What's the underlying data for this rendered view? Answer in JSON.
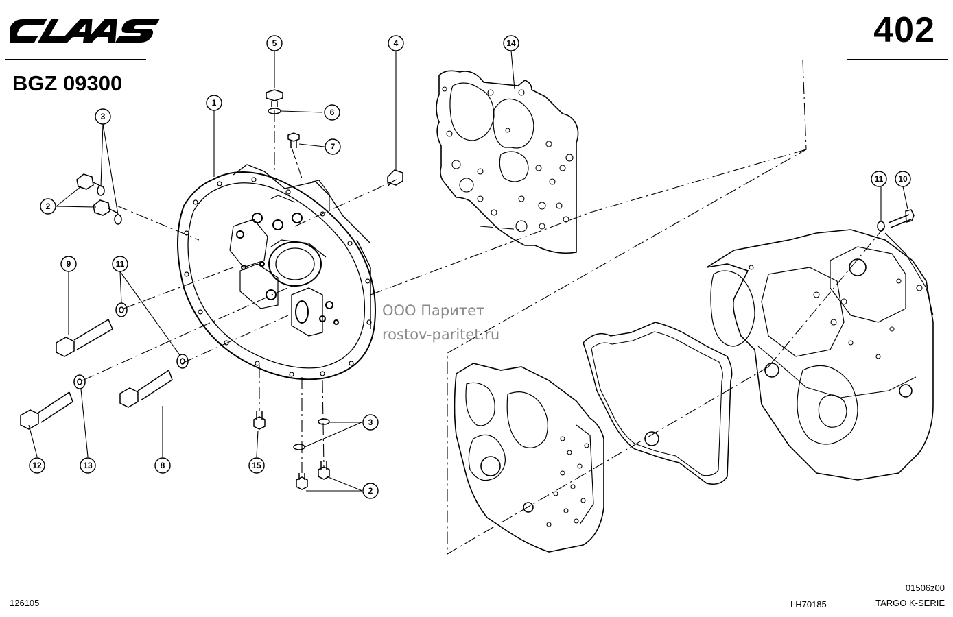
{
  "header": {
    "brand": "CLAAS",
    "page_number": "402",
    "group_code": "BGZ 09300"
  },
  "watermark": {
    "line1": "ООО Паритет",
    "line2": "rostov-paritet.ru"
  },
  "footer": {
    "left_code": "126105",
    "drawing_code": "01506z00",
    "doc_code": "LH70185",
    "model": "TARGO K-SERIE"
  },
  "callouts": [
    {
      "id": "c1",
      "label": "1"
    },
    {
      "id": "c2a",
      "label": "2"
    },
    {
      "id": "c2b",
      "label": "2"
    },
    {
      "id": "c3a",
      "label": "3"
    },
    {
      "id": "c3b",
      "label": "3"
    },
    {
      "id": "c4",
      "label": "4"
    },
    {
      "id": "c5",
      "label": "5"
    },
    {
      "id": "c6",
      "label": "6"
    },
    {
      "id": "c7",
      "label": "7"
    },
    {
      "id": "c8",
      "label": "8"
    },
    {
      "id": "c9",
      "label": "9"
    },
    {
      "id": "c10",
      "label": "10"
    },
    {
      "id": "c11a",
      "label": "11"
    },
    {
      "id": "c11b",
      "label": "11"
    },
    {
      "id": "c12",
      "label": "12"
    },
    {
      "id": "c13",
      "label": "13"
    },
    {
      "id": "c14",
      "label": "14"
    },
    {
      "id": "c15",
      "label": "15"
    }
  ]
}
